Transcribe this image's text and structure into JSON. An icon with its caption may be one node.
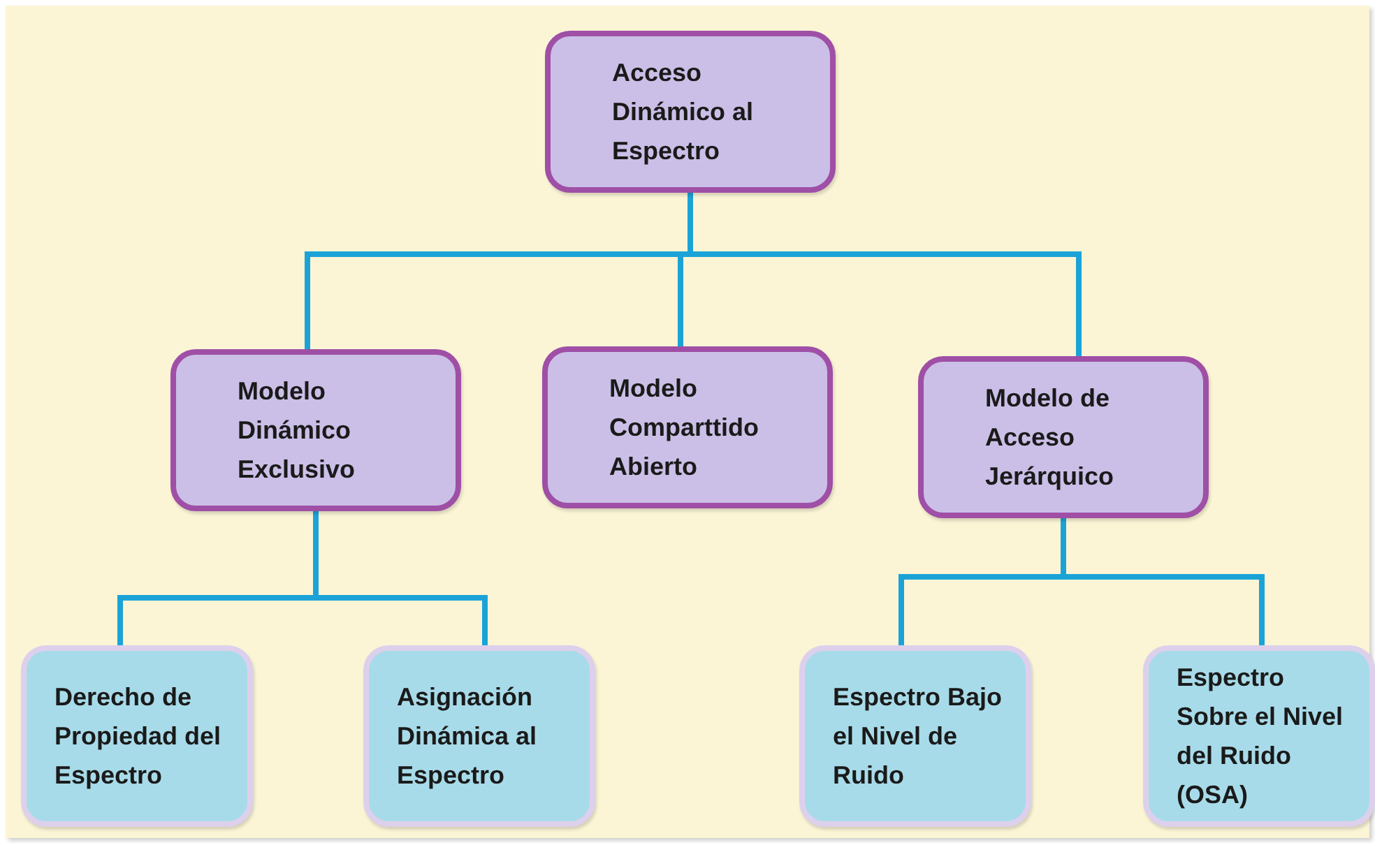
{
  "diagram": {
    "nodes": [
      {
        "text": [
          "Acceso Dinámico al Espectro"
        ]
      },
      {
        "text": [
          "Modelo Dinámico Exclusivo"
        ]
      },
      {
        "text": [
          "Modelo Comparttido Abierto"
        ]
      },
      {
        "text": [
          "Modelo de Acceso Jerárquico"
        ]
      },
      {
        "text": [
          "Derecho de Propiedad del Espectro"
        ]
      },
      {
        "text": [
          "Asignación Dinámica al Espectro"
        ]
      },
      {
        "text": [
          "Espectro Bajo el Nivel de Ruido"
        ]
      },
      {
        "text": [
          "Espectro Sobre el Nivel del Ruido (OSA)"
        ]
      }
    ],
    "edges": [
      {
        "from": 0,
        "to": 1,
        "arrow": "none"
      },
      {
        "from": 0,
        "to": 2,
        "arrow": "none"
      },
      {
        "from": 0,
        "to": 3,
        "arrow": "none"
      },
      {
        "from": 1,
        "to": 4,
        "arrow": "none"
      },
      {
        "from": 1,
        "to": 5,
        "arrow": "none"
      },
      {
        "from": 3,
        "to": 6,
        "arrow": "none"
      },
      {
        "from": 3,
        "to": 7,
        "arrow": "none"
      }
    ]
  }
}
